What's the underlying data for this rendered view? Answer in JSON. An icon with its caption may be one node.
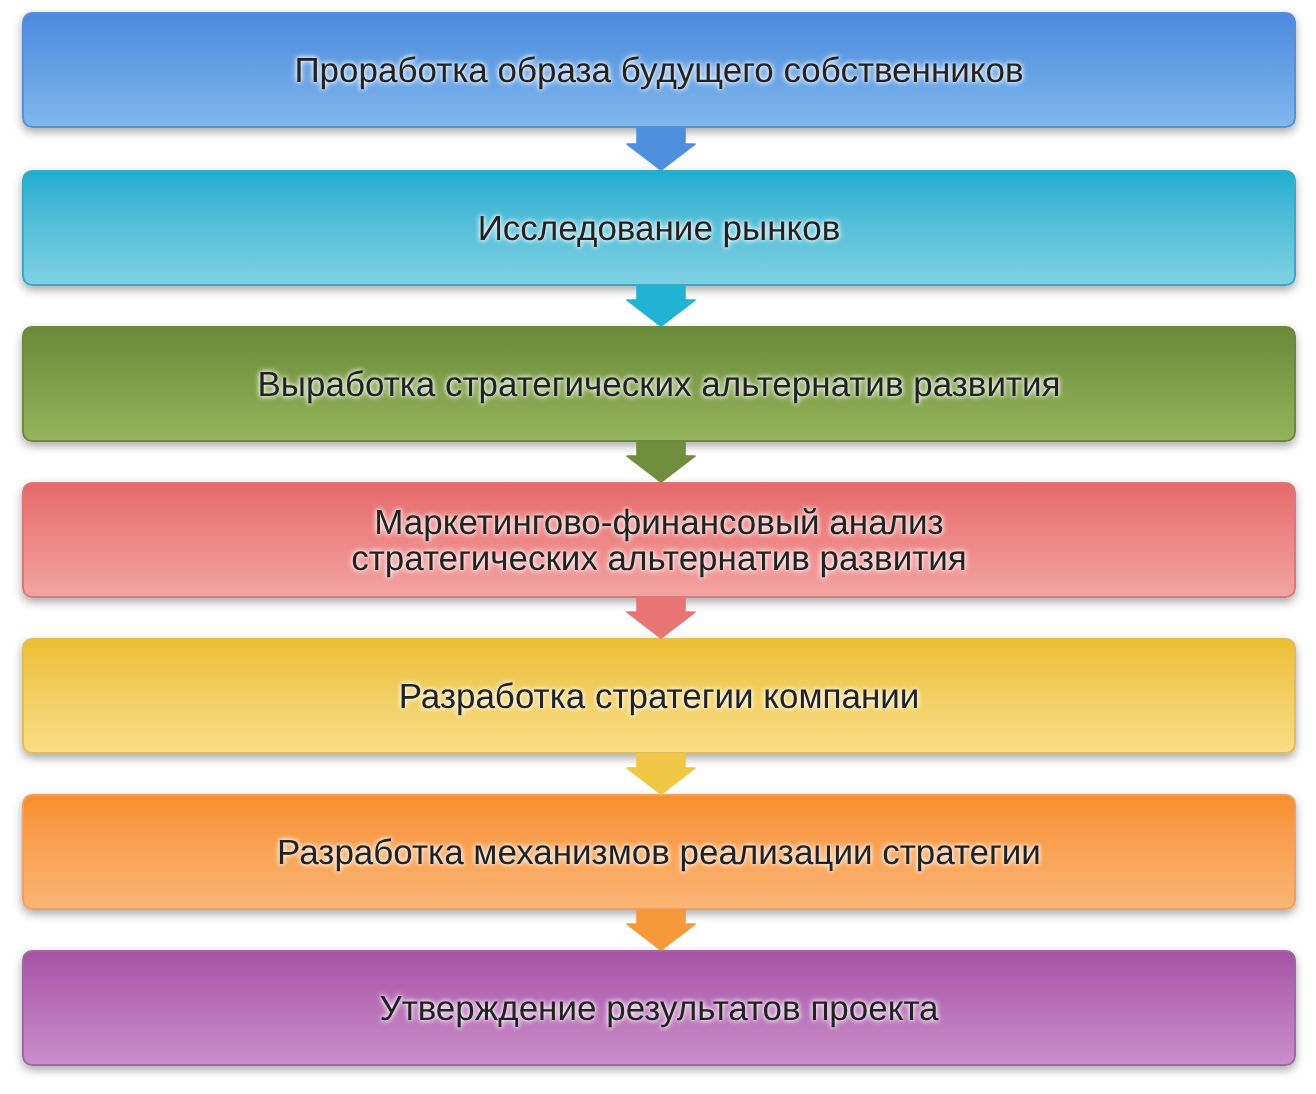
{
  "diagram": {
    "nodes": [
      {
        "text": [
          "Проработка образа будущего собственников"
        ]
      },
      {
        "text": [
          "Исследование рынков"
        ]
      },
      {
        "text": [
          "Выработка стратегических альтернатив развития"
        ]
      },
      {
        "text": [
          "Маркетингово-финансовый анализ стратегических альтернатив развития"
        ]
      },
      {
        "text": [
          "Разработка стратегии компании"
        ]
      },
      {
        "text": [
          "Разработка механизмов реализации стратегии"
        ]
      },
      {
        "text": [
          "Утверждение результатов проекта"
        ]
      }
    ],
    "edges": [
      {
        "from": 0,
        "to": 1,
        "arrow": "to",
        "color": "#4f8fe0"
      },
      {
        "from": 1,
        "to": 2,
        "arrow": "to",
        "color": "#22b2d4"
      },
      {
        "from": 2,
        "to": 3,
        "arrow": "to",
        "color": "#6f8e3e"
      },
      {
        "from": 3,
        "to": 4,
        "arrow": "to",
        "color": "#e87474"
      },
      {
        "from": 4,
        "to": 5,
        "arrow": "to",
        "color": "#f0c845"
      },
      {
        "from": 5,
        "to": 6,
        "arrow": "to",
        "color": "#f7983a"
      }
    ]
  }
}
